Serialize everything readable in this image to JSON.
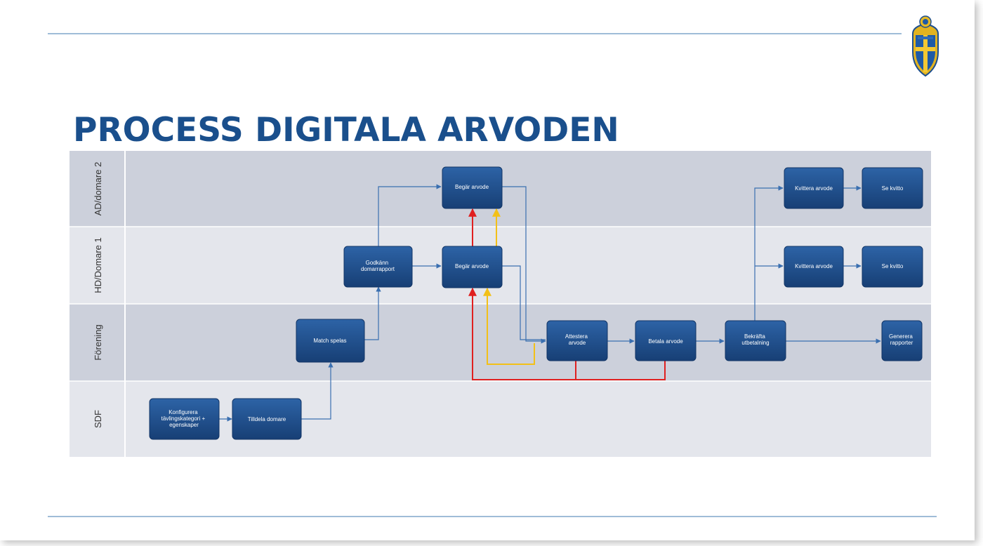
{
  "slide": {
    "title": "PROCESS DIGITALA ARVODEN",
    "logo_icon": "svff-crest-icon",
    "colors": {
      "title": "#1a4f8c",
      "box": "#1f4e8c",
      "arrow": "#3a6fb0",
      "red": "#e02020",
      "yellow": "#f2c018"
    }
  },
  "lanes": [
    {
      "id": "ad",
      "label": "AD/domare 2"
    },
    {
      "id": "hd",
      "label": "HD/Domare 1"
    },
    {
      "id": "forening",
      "label": "Förening"
    },
    {
      "id": "sdf",
      "label": "SDF"
    }
  ],
  "steps": [
    {
      "id": "konfigurera",
      "lines": [
        "Konfigurera",
        "tävlingskategori +",
        "egenskaper"
      ]
    },
    {
      "id": "tilldela",
      "lines": [
        "Tilldela domare"
      ]
    },
    {
      "id": "match",
      "lines": [
        "Match spelas"
      ]
    },
    {
      "id": "godkann",
      "lines": [
        "Godkänn",
        "domarrapport"
      ]
    },
    {
      "id": "begar_ad",
      "lines": [
        "Begär arvode"
      ]
    },
    {
      "id": "begar_hd",
      "lines": [
        "Begär arvode"
      ]
    },
    {
      "id": "attestera",
      "lines": [
        "Attestera",
        "arvode"
      ]
    },
    {
      "id": "betala",
      "lines": [
        "Betala arvode"
      ]
    },
    {
      "id": "bekrafta",
      "lines": [
        "Bekräfta",
        "utbetalning"
      ]
    },
    {
      "id": "generera",
      "lines": [
        "Generera",
        "rapporter"
      ]
    },
    {
      "id": "kvittera_ad",
      "lines": [
        "Kvittera arvode"
      ]
    },
    {
      "id": "sekvitto_ad",
      "lines": [
        "Se kvitto"
      ]
    },
    {
      "id": "kvittera_hd",
      "lines": [
        "Kvittera arvode"
      ]
    },
    {
      "id": "sekvitto_hd",
      "lines": [
        "Se kvitto"
      ]
    }
  ]
}
